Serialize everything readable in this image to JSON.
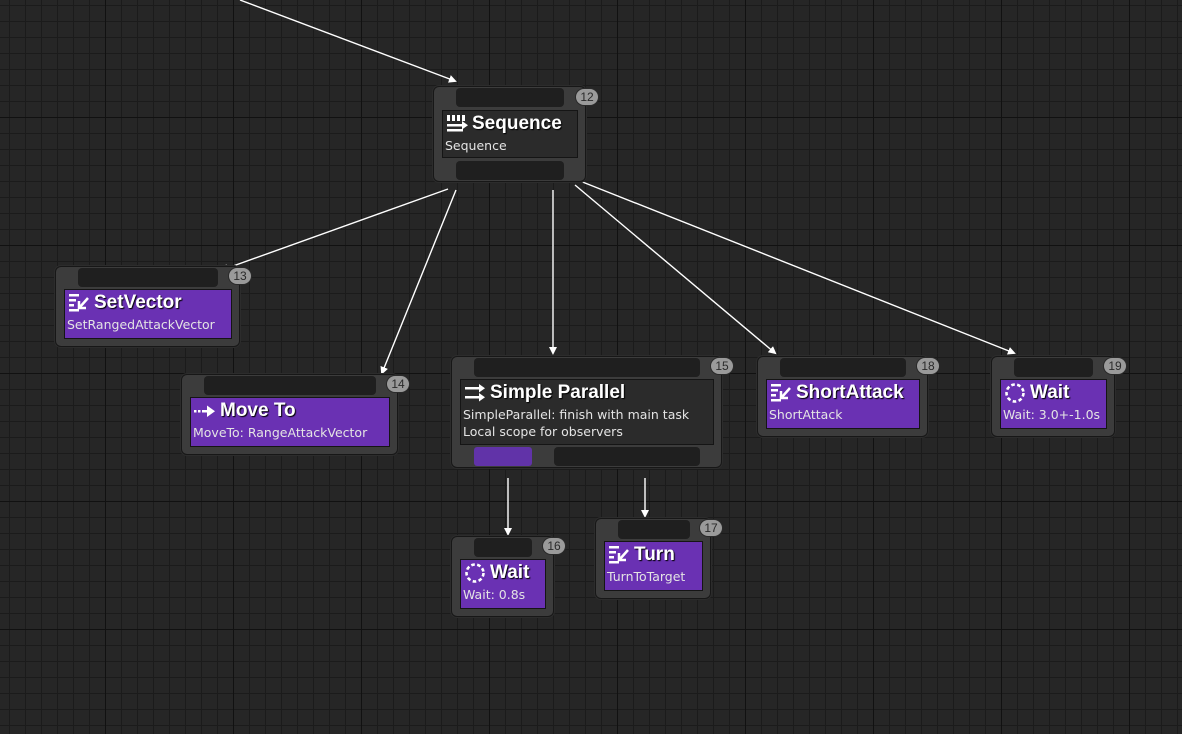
{
  "nodes": {
    "sequence": {
      "title": "Sequence",
      "subtitle": "Sequence",
      "index": "12",
      "icon": "sequence-icon"
    },
    "set_vector": {
      "title": "SetVector",
      "subtitle": "SetRangedAttackVector",
      "index": "13",
      "icon": "task-icon"
    },
    "move_to": {
      "title": "Move To",
      "subtitle": "MoveTo: RangeAttackVector",
      "index": "14",
      "icon": "move-to-icon"
    },
    "simple_parallel": {
      "title": "Simple Parallel",
      "subtitle": "SimpleParallel: finish with main task",
      "subtitle2": "Local scope for observers",
      "index": "15",
      "icon": "parallel-icon"
    },
    "wait_short": {
      "title": "Wait",
      "subtitle": "Wait: 0.8s",
      "index": "16",
      "icon": "wait-icon"
    },
    "turn": {
      "title": "Turn",
      "subtitle": "TurnToTarget",
      "index": "17",
      "icon": "task-icon"
    },
    "short_attack": {
      "title": "ShortAttack",
      "subtitle": "ShortAttack",
      "index": "18",
      "icon": "task-icon"
    },
    "wait_long": {
      "title": "Wait",
      "subtitle": "Wait: 3.0+-1.0s",
      "index": "19",
      "icon": "wait-icon"
    }
  },
  "colors": {
    "background": "#262626",
    "task": "#6a31b3",
    "composite": "#2b2b2b",
    "node_frame": "#3c3c3c",
    "edge": "#ffffff",
    "badge": "#9a9a9a"
  }
}
